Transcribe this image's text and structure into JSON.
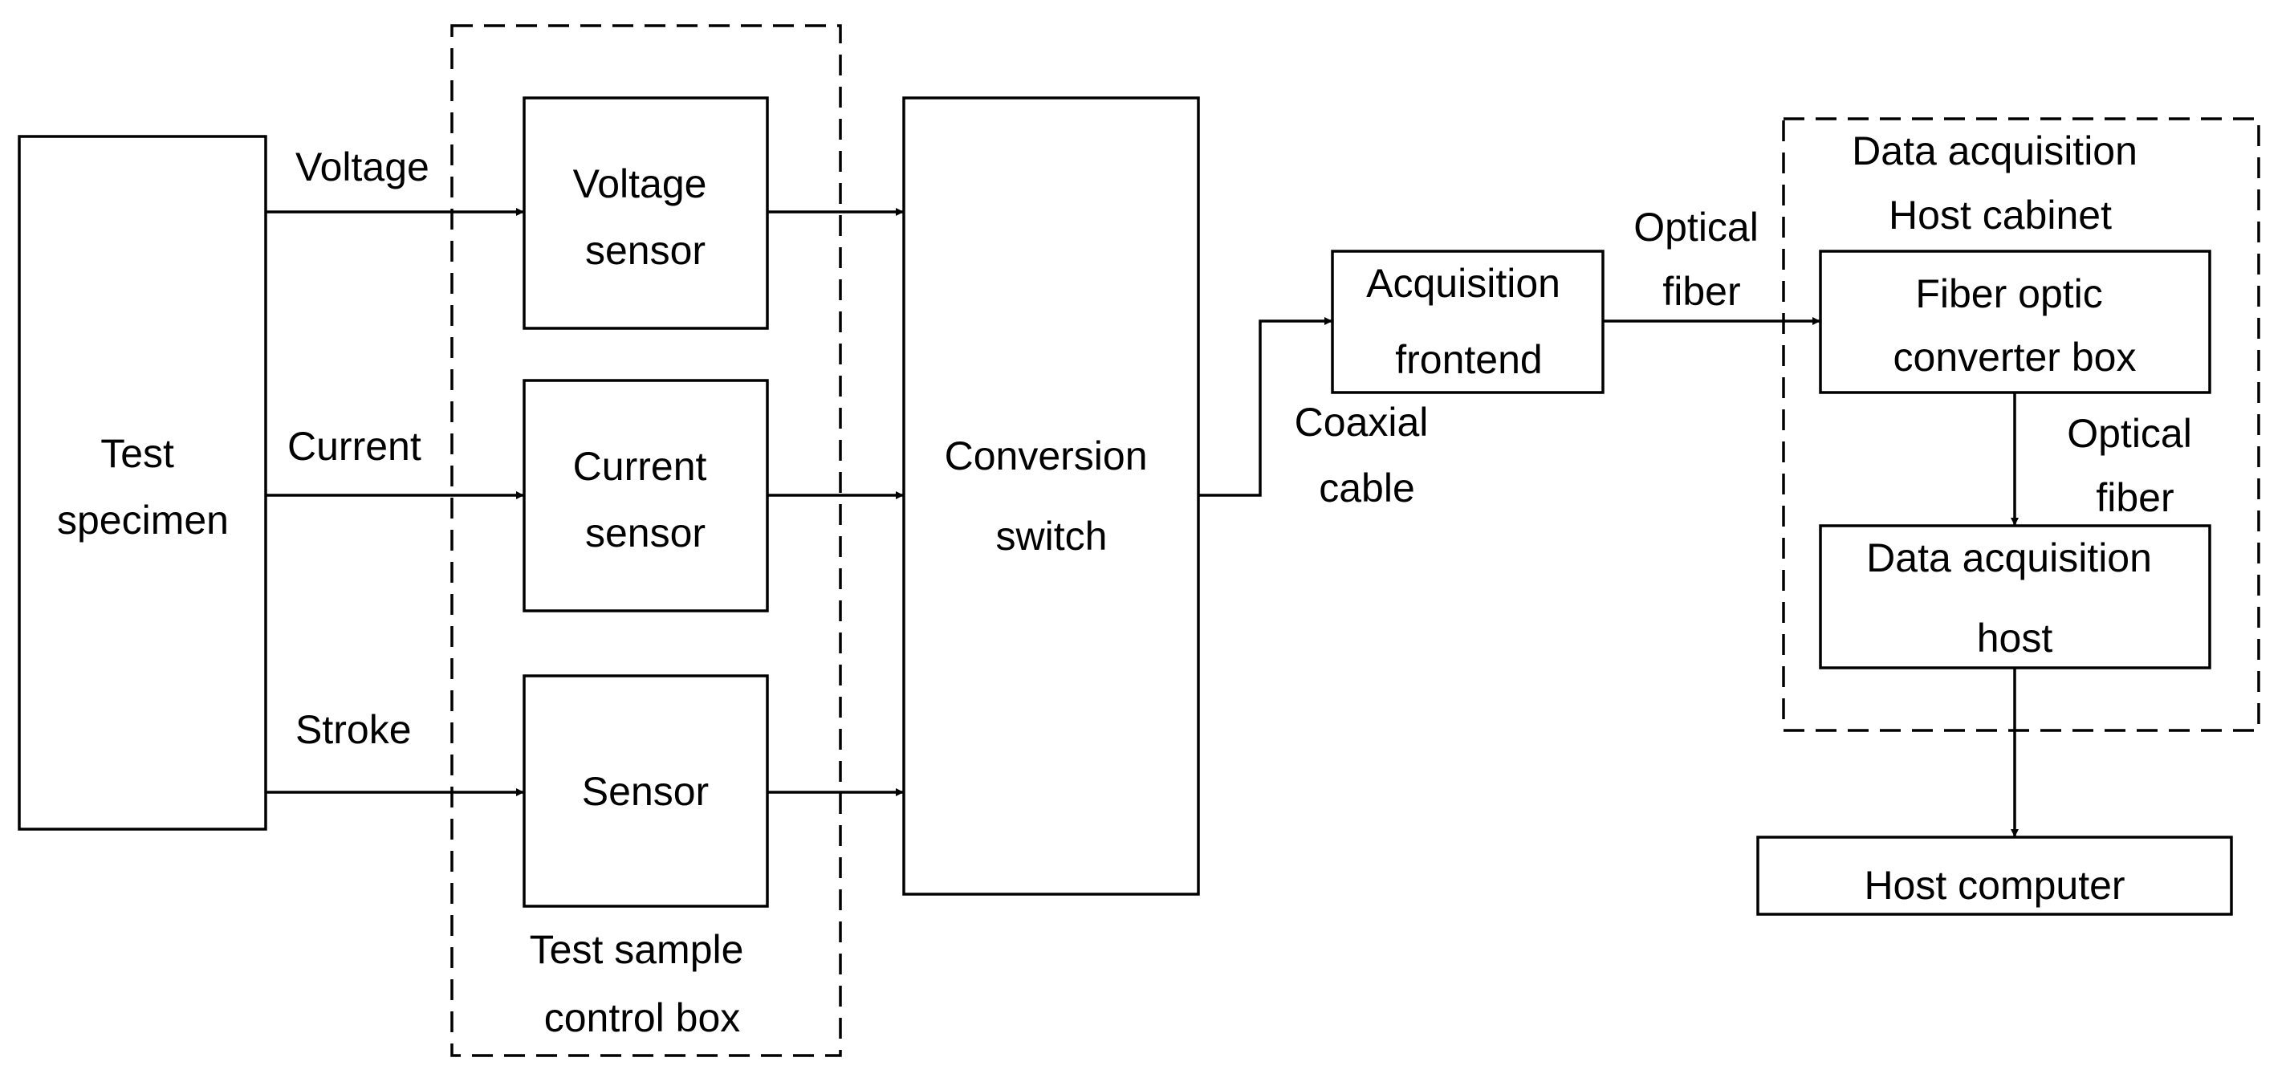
{
  "diagram": {
    "blocks": {
      "test_specimen": [
        "Test",
        "specimen"
      ],
      "voltage_sensor": [
        "Voltage",
        "sensor"
      ],
      "current_sensor": [
        "Current",
        "sensor"
      ],
      "stroke_sensor": [
        "Sensor"
      ],
      "conversion_switch": [
        "Conversion",
        "switch"
      ],
      "acquisition_frontend": [
        "Acquisition",
        "frontend"
      ],
      "fiber_optic_converter_box": [
        "Fiber optic",
        "converter box"
      ],
      "data_acquisition_host": [
        "Data acquisition",
        "host"
      ],
      "host_computer": [
        "Host computer"
      ]
    },
    "groups": {
      "test_sample_control_box": [
        "Test sample",
        "control box"
      ],
      "data_acquisition_host_cabinet": [
        "Data acquisition",
        "Host cabinet"
      ]
    },
    "signals": {
      "voltage": "Voltage",
      "current": "Current",
      "stroke": "Stroke"
    },
    "links": {
      "coaxial_cable": [
        "Coaxial",
        "cable"
      ],
      "optical_fiber_1": [
        "Optical",
        "fiber"
      ],
      "optical_fiber_2": [
        "Optical",
        "fiber"
      ]
    }
  }
}
